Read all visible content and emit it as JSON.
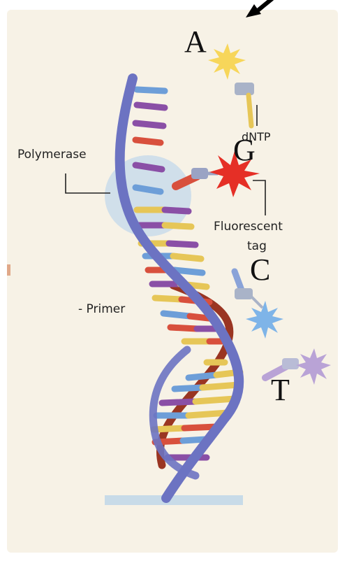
{
  "labels": {
    "polymerase": "Polymerase",
    "primer": "- Primer",
    "dntp": "dNTP",
    "fluorescent_tag_line1": "Fluorescent",
    "fluorescent_tag_line2": "tag"
  },
  "bases": {
    "a": "A",
    "g": "G",
    "c": "C",
    "t": "T"
  },
  "colors": {
    "background_panel": "#f7f2e6",
    "backbone_blue": "#6c73c2",
    "backbone_red": "#9a3522",
    "rung_red": "#d8503d",
    "rung_yellow": "#e6c657",
    "rung_purple": "#8a4fa6",
    "rung_blue": "#6d9ed8",
    "tag_yellow": "#f7d65a",
    "tag_red": "#e52f26",
    "tag_blue": "#7eb4e8",
    "tag_purple": "#b9a3d6",
    "polymerase_blob": "#c9dcea",
    "stand_base": "#c8dbe8"
  }
}
